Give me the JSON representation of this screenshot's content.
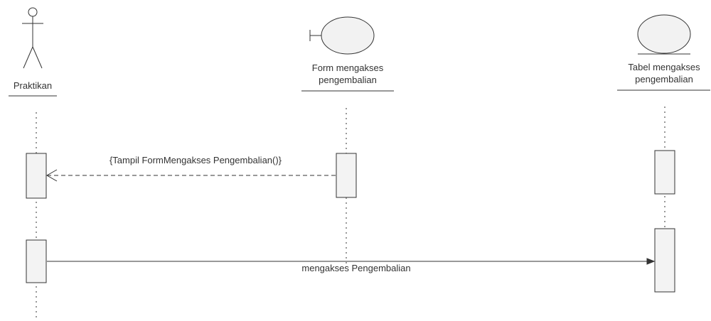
{
  "participants": {
    "actor": {
      "name": "Praktikan",
      "kind": "actor"
    },
    "boundary": {
      "name_line1": "Form mengakses",
      "name_line2": "pengembalian",
      "kind": "boundary"
    },
    "entity": {
      "name_line1": "Tabel mengakses",
      "name_line2": "pengembalian",
      "kind": "entity"
    }
  },
  "messages": {
    "return_message": {
      "label": "{Tampil FormMengakses Pengembalian()}",
      "from": "Form mengakses pengembalian",
      "to": "Praktikan",
      "style": "dashed-return"
    },
    "call_message": {
      "label": "mengakses Pengembalian",
      "from": "Praktikan",
      "to": "Tabel mengakses pengembalian",
      "style": "solid-sync"
    }
  },
  "colors": {
    "line": "#333333",
    "fill": "#f2f2f2",
    "text": "#333333"
  }
}
